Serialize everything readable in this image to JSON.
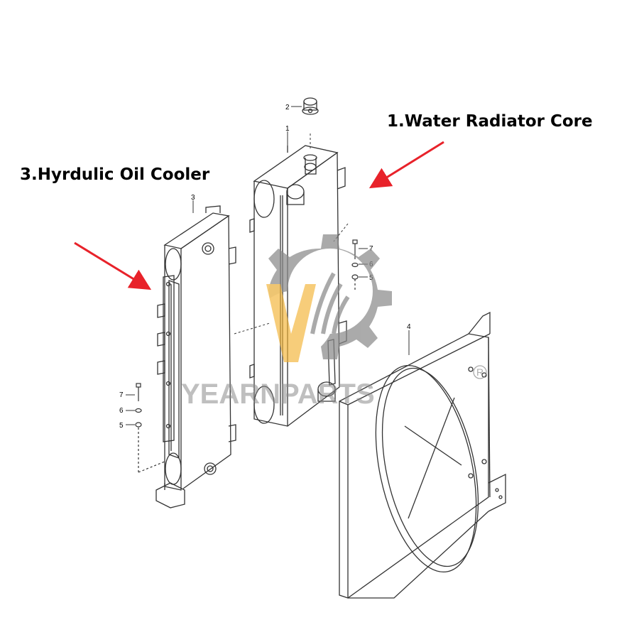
{
  "callouts": {
    "water_radiator": "1.Water Radiator Core",
    "oil_cooler": "3.Hyrdulic Oil Cooler"
  },
  "part_numbers": {
    "radiator": "1",
    "cap": "2",
    "oil_cooler": "3",
    "shroud": "4",
    "bolt_right": "7",
    "lock_washer_right": "6",
    "washer_right": "5",
    "bolt_left": "7",
    "lock_washer_left": "6",
    "washer_left": "5"
  },
  "watermark": {
    "brand": "YEARNPARTS",
    "registered_mark": "R",
    "gear_color": "#8a8a8a",
    "accent_color": "#f2b233"
  },
  "colors": {
    "arrow": "#e8222a",
    "line": "#333333"
  }
}
